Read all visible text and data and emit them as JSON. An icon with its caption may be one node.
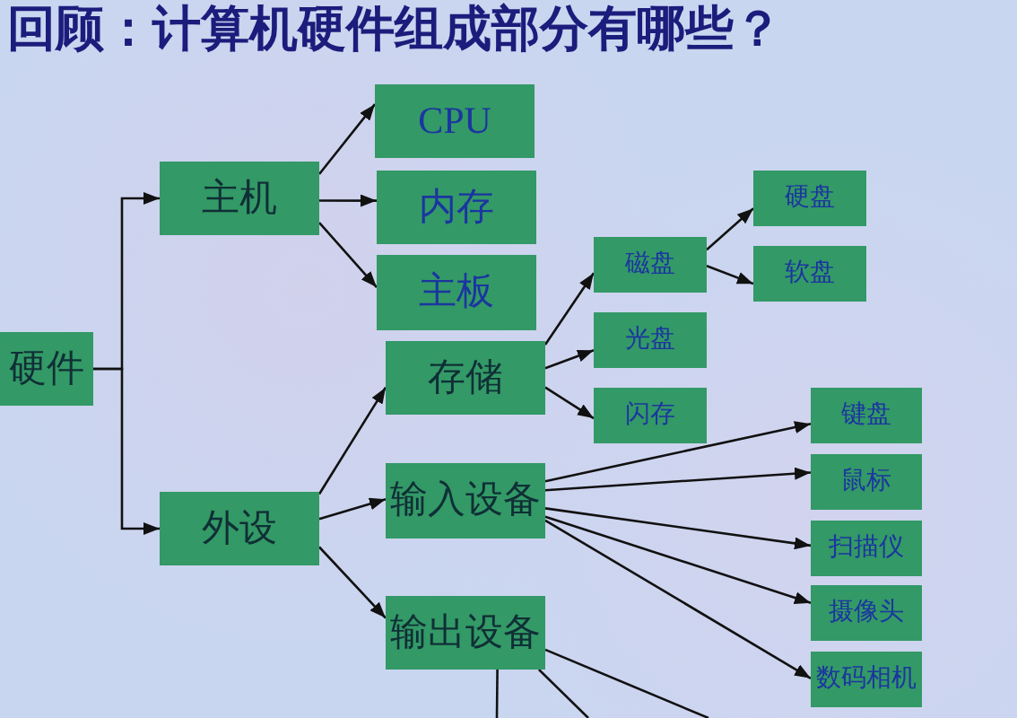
{
  "diagram": {
    "title": "回顾：计算机硬件组成部分有哪些？",
    "nodes": [
      {
        "text": [
          "硬件"
        ]
      },
      {
        "text": [
          "主机"
        ]
      },
      {
        "text": [
          "CPU"
        ]
      },
      {
        "text": [
          "内存"
        ]
      },
      {
        "text": [
          "主板"
        ]
      },
      {
        "text": [
          "外设"
        ]
      },
      {
        "text": [
          "存储"
        ]
      },
      {
        "text": [
          "磁盘"
        ]
      },
      {
        "text": [
          "硬盘"
        ]
      },
      {
        "text": [
          "软盘"
        ]
      },
      {
        "text": [
          "光盘"
        ]
      },
      {
        "text": [
          "闪存"
        ]
      },
      {
        "text": [
          "输入设备"
        ]
      },
      {
        "text": [
          "键盘"
        ]
      },
      {
        "text": [
          "鼠标"
        ]
      },
      {
        "text": [
          "扫描仪"
        ]
      },
      {
        "text": [
          "摄像头"
        ]
      },
      {
        "text": [
          "数码相机"
        ]
      },
      {
        "text": [
          "输出设备"
        ]
      }
    ],
    "edges": [
      {
        "from": 0,
        "to": 1,
        "arrow": "to"
      },
      {
        "from": 0,
        "to": 5,
        "arrow": "to"
      },
      {
        "from": 1,
        "to": 2,
        "arrow": "to"
      },
      {
        "from": 1,
        "to": 3,
        "arrow": "to"
      },
      {
        "from": 1,
        "to": 4,
        "arrow": "to"
      },
      {
        "from": 5,
        "to": 6,
        "arrow": "to"
      },
      {
        "from": 5,
        "to": 12,
        "arrow": "to"
      },
      {
        "from": 5,
        "to": 18,
        "arrow": "to"
      },
      {
        "from": 6,
        "to": 7,
        "arrow": "to"
      },
      {
        "from": 6,
        "to": 10,
        "arrow": "to"
      },
      {
        "from": 6,
        "to": 11,
        "arrow": "to"
      },
      {
        "from": 7,
        "to": 8,
        "arrow": "to"
      },
      {
        "from": 7,
        "to": 9,
        "arrow": "to"
      },
      {
        "from": 12,
        "to": 13,
        "arrow": "to"
      },
      {
        "from": 12,
        "to": 14,
        "arrow": "to"
      },
      {
        "from": 12,
        "to": 15,
        "arrow": "to"
      },
      {
        "from": 12,
        "to": 16,
        "arrow": "to"
      },
      {
        "from": 12,
        "to": 17,
        "arrow": "to"
      },
      {
        "from": 18,
        "to": null,
        "arrow": "none"
      },
      {
        "from": 18,
        "to": null,
        "arrow": "none"
      },
      {
        "from": 18,
        "to": null,
        "arrow": "none"
      }
    ]
  }
}
